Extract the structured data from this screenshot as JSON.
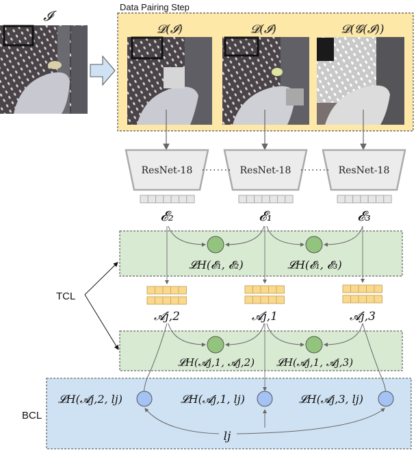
{
  "title": "Data Pairing Step",
  "input_label": "𝓘",
  "views": [
    {
      "label": "𝓓(𝓘)",
      "patch": "light-gray-square"
    },
    {
      "label": "𝓓(𝓘)",
      "patch": "mid-gray-square"
    },
    {
      "label": "𝓓(𝓖(𝓘))",
      "patch": "black-square"
    }
  ],
  "encoders": [
    {
      "label": "ResNet-18",
      "embedding": "𝓔₂"
    },
    {
      "label": "ResNet-18",
      "embedding": "𝓔₁"
    },
    {
      "label": "ResNet-18",
      "embedding": "𝓔₃"
    }
  ],
  "tcl": {
    "label": "TCL",
    "embedding_losses": [
      "𝓛H(𝓔₁, 𝓔₂)",
      "𝓛H(𝓔₁, 𝓔₃)"
    ],
    "attention_maps": [
      "𝓐j,2",
      "𝓐j,1",
      "𝓐j,3"
    ],
    "attention_losses": [
      "𝓛H(𝓐j,1, 𝓐j,2)",
      "𝓛H(𝓐j,1, 𝓐j,3)"
    ]
  },
  "bcl": {
    "label": "BCL",
    "losses": [
      "𝓛H(𝓐j,2, lj)",
      "𝓛H(𝓐j,1, lj)",
      "𝓛H(𝓐j,3, lj)"
    ],
    "label_node": "lj"
  },
  "colors": {
    "data_box": "#fde8a8",
    "tcl_box": "#d9ead3",
    "bcl_box": "#cfe2f3",
    "green_node": "#93c47d",
    "blue_node": "#a4c2f4",
    "attention_cell": "#fbd98b",
    "encoder_fill": "#ececec",
    "arrow_fill": "#cfe2f3"
  }
}
